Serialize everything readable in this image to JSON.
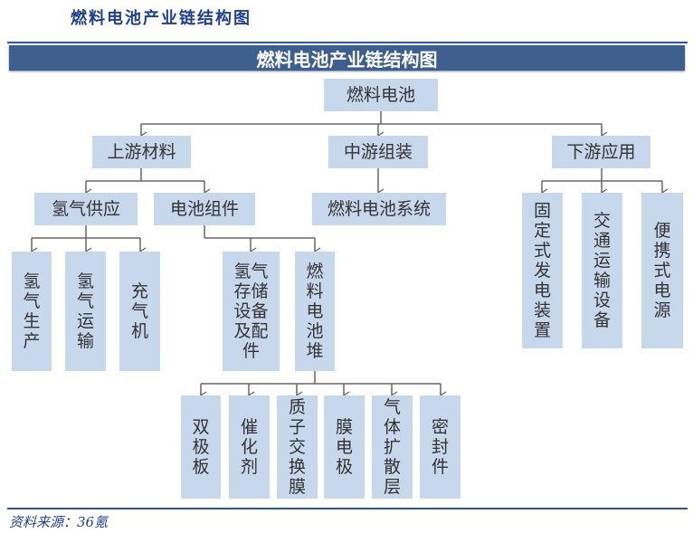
{
  "header": {
    "title": "燃料电池产业链结构图"
  },
  "banner": {
    "title": "燃料电池产业链结构图"
  },
  "diagram": {
    "root": "燃料电池",
    "upstream": {
      "label": "上游材料",
      "hydrogen_supply": {
        "label": "氢气供应",
        "children": [
          "氢气生产",
          "氢气运输",
          "充气机"
        ]
      },
      "battery_components": {
        "label": "电池组件",
        "children": [
          "氢气存储设备及配件",
          "燃料电池堆"
        ]
      },
      "stack_parts": [
        "双极板",
        "催化剂",
        "质子交换膜",
        "膜电极",
        "气体扩散层",
        "密封件"
      ]
    },
    "midstream": {
      "label": "中游组装",
      "children": [
        "燃料电池系统"
      ]
    },
    "downstream": {
      "label": "下游应用",
      "children": [
        "固定式发电装置",
        "交通运输设备",
        "便携式电源"
      ]
    }
  },
  "footer": {
    "source": "资料来源：36氪"
  }
}
